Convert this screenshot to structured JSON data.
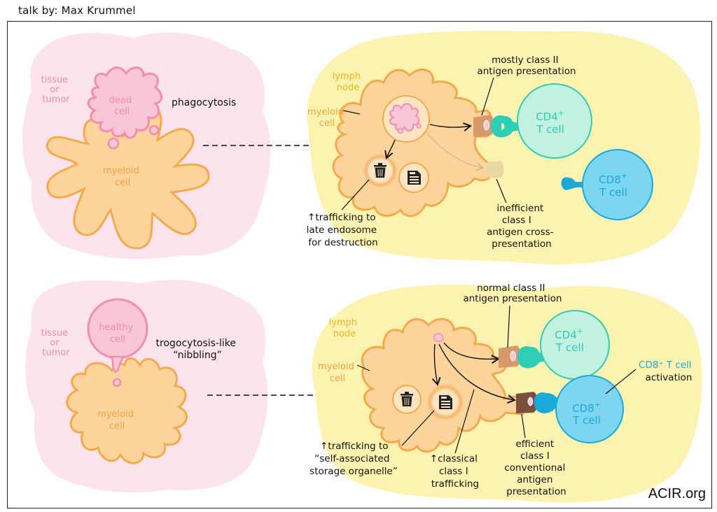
{
  "header": {
    "credit": "talk by: Max Krummel"
  },
  "footer": {
    "source": "ACIR.org"
  },
  "colors": {
    "tissue_bg": "#fde4ec",
    "lymph_node_bg": "#fdf3b0",
    "myeloid_fill": "#fdd49c",
    "myeloid_stroke": "#f6a94a",
    "dead_cell_fill": "#f9c6d6",
    "dead_cell_stroke": "#f28db0",
    "tissue_label": "#f08bae",
    "lymph_label": "#f0b21e",
    "myeloid_label": "#f4a23c",
    "cd4_fill": "#c2f1df",
    "cd4_stroke": "#2ecdb7",
    "cd8_fill": "#7dd6f1",
    "cd8_stroke": "#1aa9d9",
    "mhc2": "#d69a6a",
    "mhc1_faded": "#e9d8a4",
    "mhc1": "#7a4f3d"
  },
  "top_panel": {
    "tissue_label": [
      "tissue",
      "or",
      "tumor"
    ],
    "dead_cell_label": [
      "dead",
      "cell"
    ],
    "myeloid_label": [
      "myeloid",
      "cell"
    ],
    "process_label": "phagocytosis",
    "lymph_label": [
      "lymph",
      "node"
    ],
    "ln_myeloid_label": [
      "myeloid",
      "cell"
    ],
    "class2_label": [
      "mostly class II",
      "antigen presentation"
    ],
    "cd4_label": {
      "name": "CD4",
      "sup": "+",
      "sub": "T cell"
    },
    "cd8_label": {
      "name": "CD8",
      "sup": "+",
      "sub": "T cell"
    },
    "trafficking_label": [
      "↑trafficking to",
      "late endosome",
      "for destruction"
    ],
    "class1_label": [
      "inefficient",
      "class I",
      "antigen cross-",
      "presentation"
    ]
  },
  "bottom_panel": {
    "tissue_label": [
      "tissue",
      "or",
      "tumor"
    ],
    "healthy_cell_label": [
      "healthy",
      "cell"
    ],
    "myeloid_label": [
      "myeloid",
      "cell"
    ],
    "process_label": [
      "trogocytosis-like",
      "“nibbling”"
    ],
    "lymph_label": [
      "lymph",
      "node"
    ],
    "ln_myeloid_label": [
      "myeloid",
      "cell"
    ],
    "class2_label": [
      "normal class II",
      "antigen presentation"
    ],
    "cd4_label": {
      "name": "CD4",
      "sup": "+",
      "sub": "T cell"
    },
    "cd8_label": {
      "name": "CD8",
      "sup": "+",
      "sub": "T cell"
    },
    "activation_label": {
      "line1": "CD8⁺ T cell",
      "line2": "activation"
    },
    "storage_label": [
      "↑trafficking to",
      "“self-associated",
      "storage organelle”"
    ],
    "classical_label": [
      "↑classical",
      "class I",
      "trafficking"
    ],
    "class1_label": [
      "efficient",
      "class I",
      "conventional",
      "antigen",
      "presentation"
    ]
  },
  "icons": {
    "trash": "trash-can-icon",
    "storage": "floppy-disk-icon"
  }
}
